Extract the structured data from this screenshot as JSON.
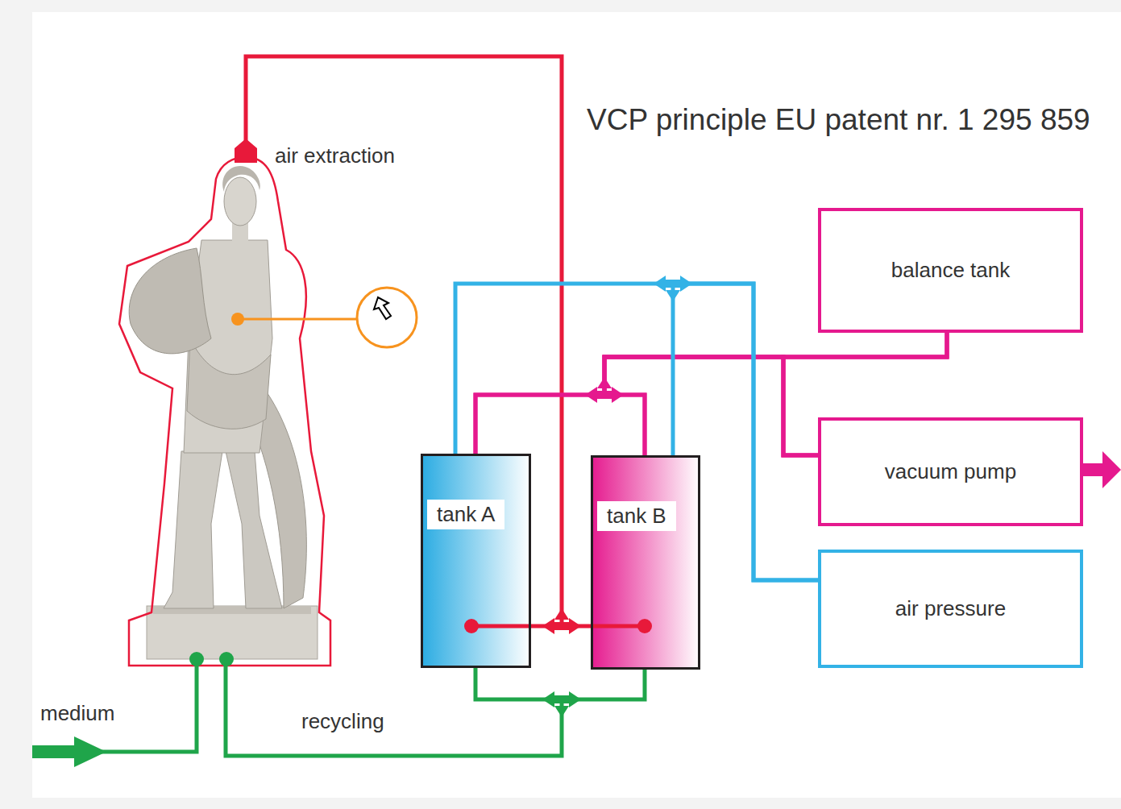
{
  "diagram": {
    "title": "VCP principle EU patent nr. 1 295 859",
    "nodes": [
      {
        "text": [
          "balance tank"
        ]
      },
      {
        "text": [
          "vacuum pump"
        ]
      },
      {
        "text": [
          "tank A"
        ]
      },
      {
        "text": [
          "tank B"
        ]
      },
      {
        "text": [
          "air pressure"
        ]
      }
    ],
    "edges": [
      {
        "from": 0,
        "to": 1,
        "arrow": "none"
      },
      {
        "from": 0,
        "to": 2,
        "arrow": "none"
      },
      {
        "from": 0,
        "to": 3,
        "arrow": "none"
      },
      {
        "from": 1,
        "to": 2,
        "arrow": "none"
      },
      {
        "from": 1,
        "to": 3,
        "arrow": "none"
      },
      {
        "from": 4,
        "to": 2,
        "arrow": "none"
      },
      {
        "from": 4,
        "to": 3,
        "arrow": "none"
      },
      {
        "from": 2,
        "to": 3,
        "arrow": "none"
      },
      {
        "from": 2,
        "to": 3,
        "arrow": "none"
      }
    ],
    "labels": [
      "air extraction",
      "medium",
      "recycling"
    ]
  }
}
